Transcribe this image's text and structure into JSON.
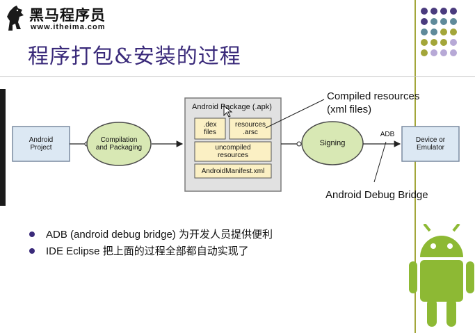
{
  "header": {
    "logo_name": "黑马程序员",
    "logo_url": "www.itheima.com",
    "title": "程序打包&安装的过程"
  },
  "diagram": {
    "nodes": {
      "android_project": "Android\nProject",
      "compilation": "Compilation\nand Packaging",
      "package_title": "Android Package (.apk)",
      "dex_files": ".dex\nfiles",
      "resources_arsc": "resources\n.arsc",
      "uncompiled_resources": "uncompiled\nresources",
      "manifest": "AndroidManifest.xml",
      "signing": "Signing",
      "device": "Device or\nEmulator"
    },
    "edge_label_adb": "ADB",
    "callouts": {
      "compiled_resources": "Compiled resources\n(xml files)",
      "debug_bridge": "Android Debug Bridge"
    },
    "colors": {
      "box_fill": "#dce8f3",
      "ellipse_fill": "#d8e8b4",
      "package_fill": "#e1e1e1",
      "inner_fill": "#fbf0c4"
    }
  },
  "bullets": [
    "ADB (android debug bridge) 为开发人员提供便利",
    "IDE Eclipse 把上面的过程全部都自动实现了"
  ],
  "decor": {
    "accent_purple": "#3a2a7a",
    "accent_olive": "#a3a63a",
    "dots_icon": "dot-grid-icon",
    "mascot_icon": "android-robot-icon"
  }
}
